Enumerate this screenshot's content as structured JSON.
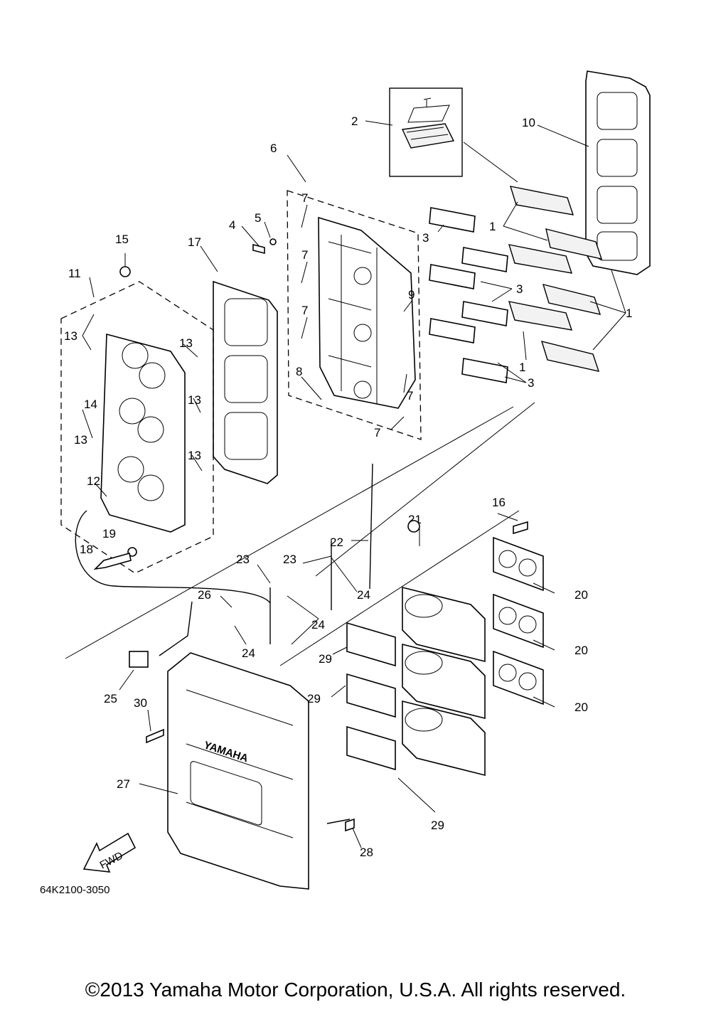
{
  "diagram": {
    "part_code": "64K2100-3050",
    "fwd_label": "FWD",
    "brand_mark": "YAMAHA",
    "callouts": {
      "c1": "1",
      "c2": "2",
      "c3": "3",
      "c4": "4",
      "c5": "5",
      "c6": "6",
      "c7": "7",
      "c8": "8",
      "c9": "9",
      "c10": "10",
      "c11": "11",
      "c12": "12",
      "c13": "13",
      "c14": "14",
      "c15": "15",
      "c16": "16",
      "c17": "17",
      "c18": "18",
      "c19": "19",
      "c20": "20",
      "c21": "21",
      "c22": "22",
      "c23": "23",
      "c24": "24",
      "c25": "25",
      "c26": "26",
      "c27": "27",
      "c28": "28",
      "c29": "29",
      "c30": "30"
    }
  },
  "footer": {
    "copyright": "©2013 Yamaha Motor Corporation, U.S.A. All rights reserved."
  }
}
